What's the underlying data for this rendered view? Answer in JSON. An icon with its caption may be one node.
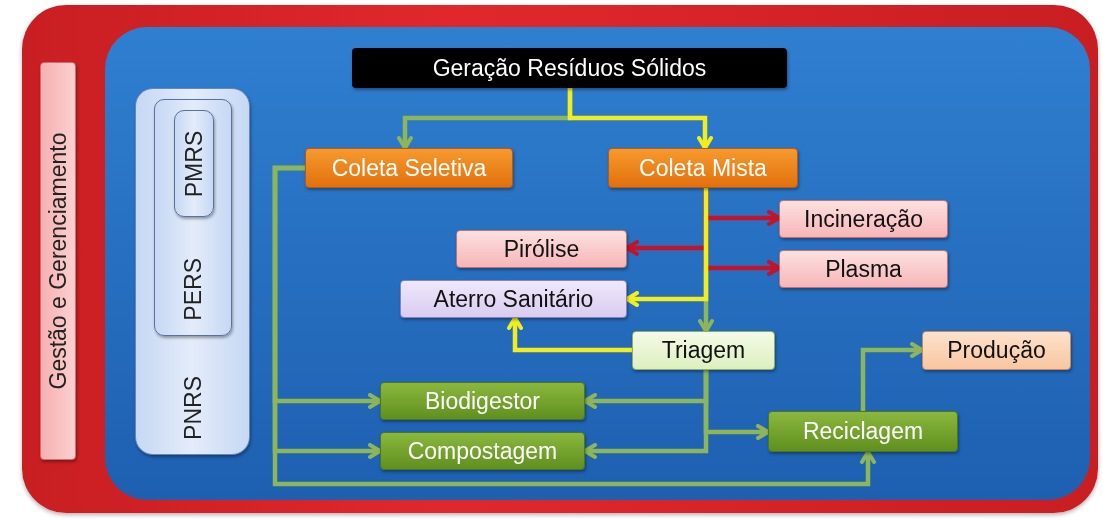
{
  "diagram": {
    "nodes": [
      {
        "text": [
          "Gestão e Gerenciamento"
        ]
      },
      {
        "text": [
          "PNRS"
        ]
      },
      {
        "text": [
          "PERS"
        ],
        "in": 1
      },
      {
        "text": [
          "PMRS"
        ],
        "in": 2
      },
      {
        "text": [
          "Geração Resíduos Sólidos"
        ]
      },
      {
        "text": [
          "Coleta Seletiva"
        ]
      },
      {
        "text": [
          "Coleta Mista"
        ]
      },
      {
        "text": [
          "Incineração"
        ]
      },
      {
        "text": [
          "Pirólise"
        ]
      },
      {
        "text": [
          "Plasma"
        ]
      },
      {
        "text": [
          "Aterro Sanitário"
        ]
      },
      {
        "text": [
          "Triagem"
        ]
      },
      {
        "text": [
          "Produção"
        ]
      },
      {
        "text": [
          "Biodigestor"
        ]
      },
      {
        "text": [
          "Reciclagem"
        ]
      },
      {
        "text": [
          "Compostagem"
        ]
      }
    ],
    "edges": [
      {
        "from": 4,
        "to": 5,
        "arrow": "to"
      },
      {
        "from": 4,
        "to": 6,
        "arrow": "to",
        "color": "#f2ee1e"
      },
      {
        "from": 6,
        "to": 7,
        "arrow": "to",
        "color": "#c2142a"
      },
      {
        "from": 6,
        "to": 8,
        "arrow": "to",
        "color": "#c2142a"
      },
      {
        "from": 6,
        "to": 9,
        "arrow": "to",
        "color": "#c2142a"
      },
      {
        "from": 6,
        "to": 10,
        "arrow": "to",
        "color": "#f2ee1e"
      },
      {
        "from": 6,
        "to": 11,
        "arrow": "to"
      },
      {
        "from": 11,
        "to": 10,
        "arrow": "to",
        "color": "#f2ee1e"
      },
      {
        "from": 5,
        "to": 13,
        "arrow": "to"
      },
      {
        "from": 5,
        "to": 15,
        "arrow": "to"
      },
      {
        "from": 5,
        "to": 14,
        "arrow": "to"
      },
      {
        "from": 11,
        "to": 13,
        "arrow": "to"
      },
      {
        "from": 11,
        "to": 15,
        "arrow": "to"
      },
      {
        "from": 11,
        "to": 14,
        "arrow": "to"
      },
      {
        "from": 14,
        "to": 12,
        "arrow": "to"
      }
    ]
  }
}
